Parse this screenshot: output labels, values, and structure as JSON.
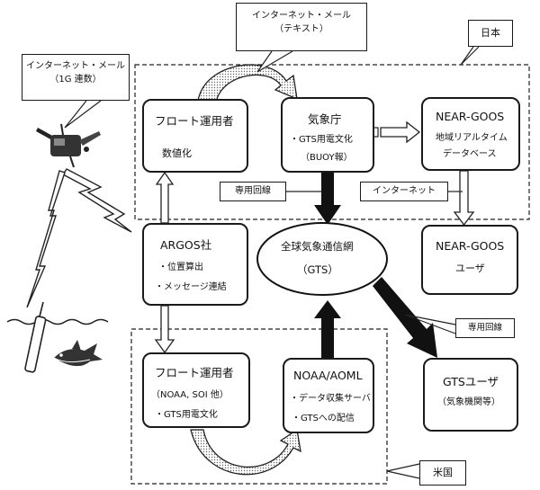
{
  "callouts": {
    "internet_mail_text": {
      "line1": "インターネット・メール",
      "line2": "（テキスト）"
    },
    "internet_mail_1g": {
      "line1": "インターネット・メール",
      "line2": "（1G 連数）"
    },
    "japan": "日本",
    "usa": "米国",
    "dedicated_line_top": "専用回線",
    "internet_label": "インターネット",
    "dedicated_line_right": "専用回線"
  },
  "nodes": {
    "float_operator_jp": {
      "title": "フロート運用者",
      "line1": "数値化"
    },
    "jma": {
      "title": "気象庁",
      "line1": "・GTS用電文化",
      "line2": "（BUOY報）"
    },
    "near_goos_db": {
      "title": "NEAR-GOOS",
      "line1": "地域リアルタイム",
      "line2": "データベース"
    },
    "near_goos_user": {
      "title": "NEAR-GOOS",
      "line1": "ユーザ"
    },
    "argos": {
      "title": "ARGOS社",
      "line1": "・位置算出",
      "line2": "・メッセージ連結"
    },
    "gts": {
      "title": "全球気象通信網",
      "line1": "（GTS）"
    },
    "float_operator_us": {
      "title": "フロート運用者",
      "line1": "（NOAA, SOI 他）",
      "line2": "・GTS用電文化"
    },
    "noaa_aoml": {
      "title": "NOAA/AOML",
      "line1": "・データ収集サーバ",
      "line2": "・GTSへの配信"
    },
    "gts_user": {
      "title": "GTSユーザ",
      "line1": "（気象機関等）"
    }
  }
}
